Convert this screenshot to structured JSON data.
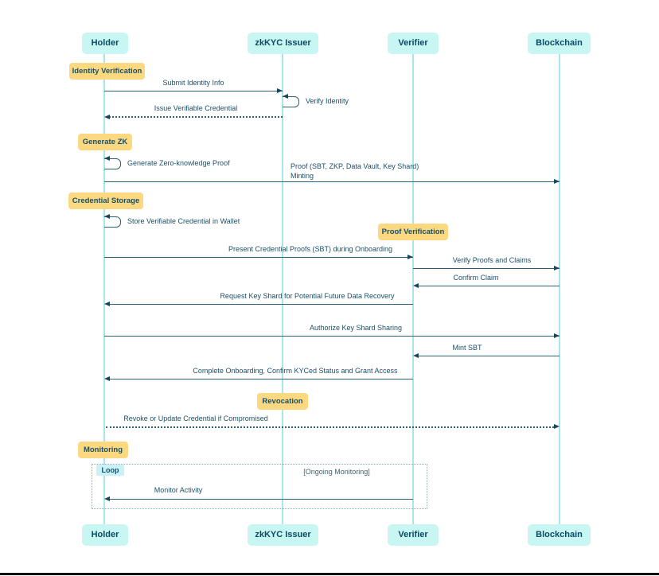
{
  "colors": {
    "actor_fill": "#c8f6f3",
    "note_fill": "#fcd981",
    "text_dark": "#0d4a63",
    "message_text": "#1d4f66",
    "line": "#2b6176",
    "arrowhead": "#19465c",
    "lifeline": "#a7e6ef",
    "loop_border": "#8fa5aa",
    "loop_badge_fill": "#c9f1f7"
  },
  "actors": [
    {
      "name": "Holder"
    },
    {
      "name": "zkKYC Issuer"
    },
    {
      "name": "Verifier"
    },
    {
      "name": "Blockchain"
    }
  ],
  "notes": [
    {
      "label": "Identity Verification",
      "over": "Holder"
    },
    {
      "label": "Generate ZK",
      "over": "Holder"
    },
    {
      "label": "Credential Storage",
      "over": "Holder"
    },
    {
      "label": "Proof Verification",
      "over": "Verifier"
    },
    {
      "label": "Revocation",
      "over": "zkKYC Issuer"
    },
    {
      "label": "Monitoring",
      "over": "Holder"
    }
  ],
  "messages": [
    {
      "label": "Submit Identity Info",
      "from": "Holder",
      "to": "zkKYC Issuer",
      "style": "solid"
    },
    {
      "label": "Verify Identity",
      "from": "zkKYC Issuer",
      "to": "zkKYC Issuer",
      "style": "self"
    },
    {
      "label": "Issue Verifiable Credential",
      "from": "zkKYC Issuer",
      "to": "Holder",
      "style": "dotted"
    },
    {
      "label": "Generate Zero-knowledge Proof",
      "from": "Holder",
      "to": "Holder",
      "style": "self"
    },
    {
      "label": "Proof (SBT, ZKP, Data Vault, Key Shard) Minting",
      "from": "Holder",
      "to": "Blockchain",
      "style": "solid"
    },
    {
      "label": "Store Verifiable Credential in Wallet",
      "from": "Holder",
      "to": "Holder",
      "style": "self"
    },
    {
      "label": "Present Credential Proofs (SBT) during Onboarding",
      "from": "Holder",
      "to": "Verifier",
      "style": "solid"
    },
    {
      "label": "Verify Proofs and Claims",
      "from": "Verifier",
      "to": "Blockchain",
      "style": "solid"
    },
    {
      "label": "Confirm Claim",
      "from": "Blockchain",
      "to": "Verifier",
      "style": "solid"
    },
    {
      "label": "Request Key Shard for Potential Future Data Recovery",
      "from": "Verifier",
      "to": "Holder",
      "style": "solid"
    },
    {
      "label": "Authorize Key Shard Sharing",
      "from": "Holder",
      "to": "Blockchain",
      "style": "solid"
    },
    {
      "label": "Mint SBT",
      "from": "Blockchain",
      "to": "Verifier",
      "style": "solid"
    },
    {
      "label": "Complete Onboarding, Confirm KYCed Status and Grant Access",
      "from": "Verifier",
      "to": "Holder",
      "style": "solid"
    },
    {
      "label": "Revoke or Update Credential if Compromised",
      "from": "Holder",
      "to": "Blockchain",
      "style": "dotted"
    },
    {
      "label": "Monitor Activity",
      "from": "Verifier",
      "to": "Holder",
      "style": "solid",
      "in_loop": true
    }
  ],
  "loop": {
    "label": "Loop",
    "condition": "[Ongoing Monitoring]"
  }
}
